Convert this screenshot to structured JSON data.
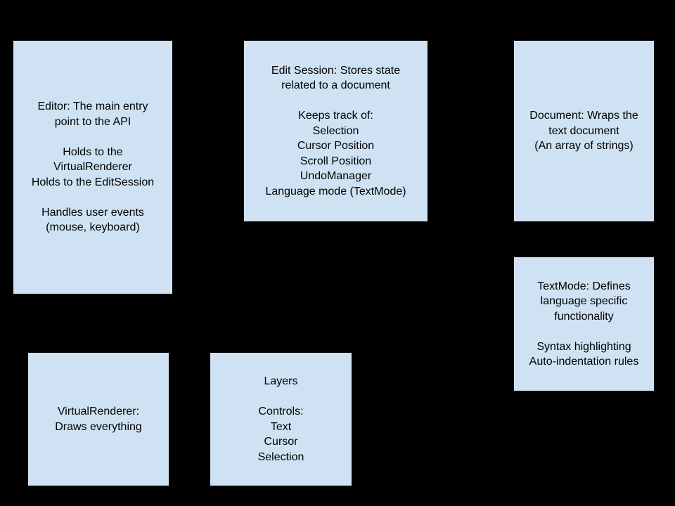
{
  "colors": {
    "background": "#000000",
    "box_fill": "#cfe2f3",
    "box_text": "#000000"
  },
  "diagram": {
    "boxes": {
      "editor": {
        "text": "Editor: The main entry\npoint to the API\n\nHolds to the\nVirtualRenderer\nHolds to the EditSession\n\nHandles user events\n(mouse, keyboard)"
      },
      "edit_session": {
        "text": "Edit Session: Stores state\nrelated to a document\n\nKeeps track of:\nSelection\nCursor Position\nScroll Position\nUndoManager\nLanguage mode (TextMode)"
      },
      "document": {
        "text": "Document: Wraps the\ntext document\n(An array of strings)"
      },
      "textmode": {
        "text": "TextMode: Defines\nlanguage specific\nfunctionality\n\nSyntax highlighting\nAuto-indentation rules"
      },
      "virtual_renderer": {
        "text": "VirtualRenderer:\nDraws everything"
      },
      "layers": {
        "text": "Layers\n\nControls:\nText\nCursor\nSelection"
      }
    }
  }
}
